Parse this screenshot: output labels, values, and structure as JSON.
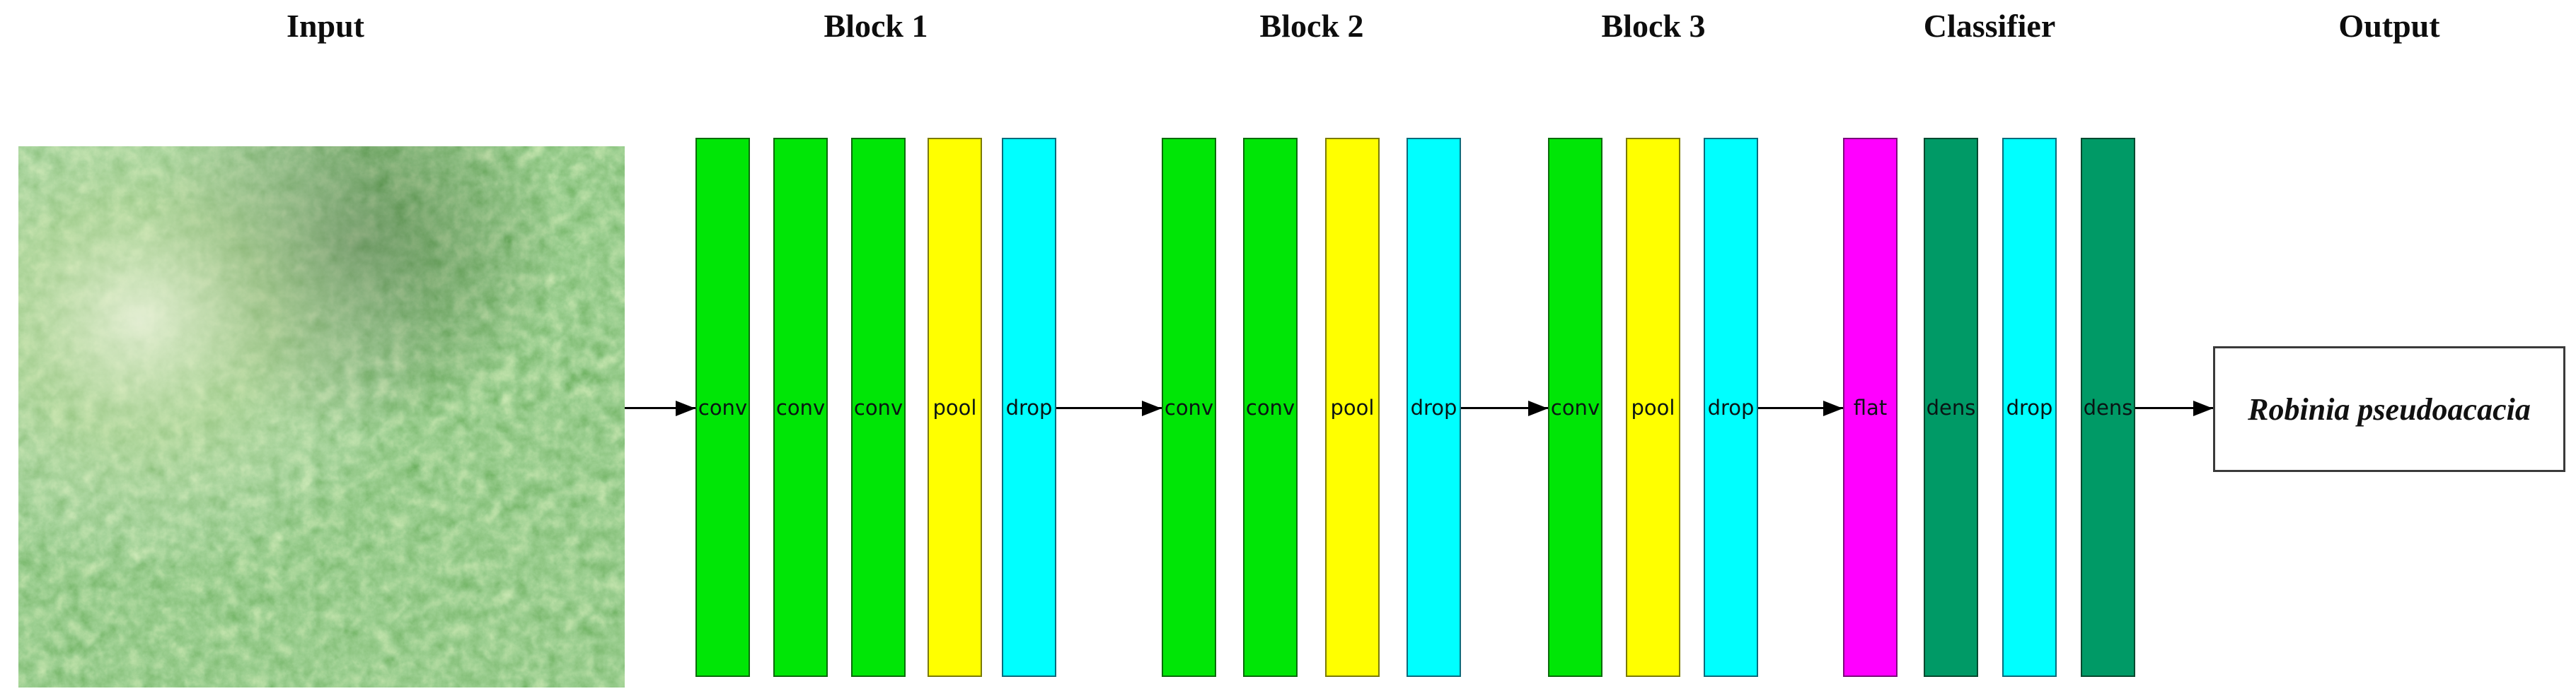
{
  "input": {
    "title": "Input",
    "image_alt": "aerial drone photo of green forest canopy"
  },
  "blocks": [
    {
      "title": "Block 1",
      "layers": [
        "conv",
        "conv",
        "conv",
        "pool",
        "drop"
      ]
    },
    {
      "title": "Block 2",
      "layers": [
        "conv",
        "conv",
        "pool",
        "drop"
      ]
    },
    {
      "title": "Block 3",
      "layers": [
        "conv",
        "pool",
        "drop"
      ]
    },
    {
      "title": "Classifier",
      "layers": [
        "flat",
        "dens",
        "drop",
        "dens"
      ]
    }
  ],
  "output": {
    "title": "Output",
    "label": "Robinia pseudoacacia"
  },
  "colors": {
    "conv": {
      "fill": "#00e606",
      "border": "#0b6b0b"
    },
    "pool": {
      "fill": "#ffff00",
      "border": "#7b7b05"
    },
    "drop": {
      "fill": "#00ffff",
      "border": "#0b6b7b"
    },
    "flat": {
      "fill": "#ff00ff",
      "border": "#7b0b7b"
    },
    "dens": {
      "fill": "#009a66",
      "border": "#06492f"
    }
  }
}
